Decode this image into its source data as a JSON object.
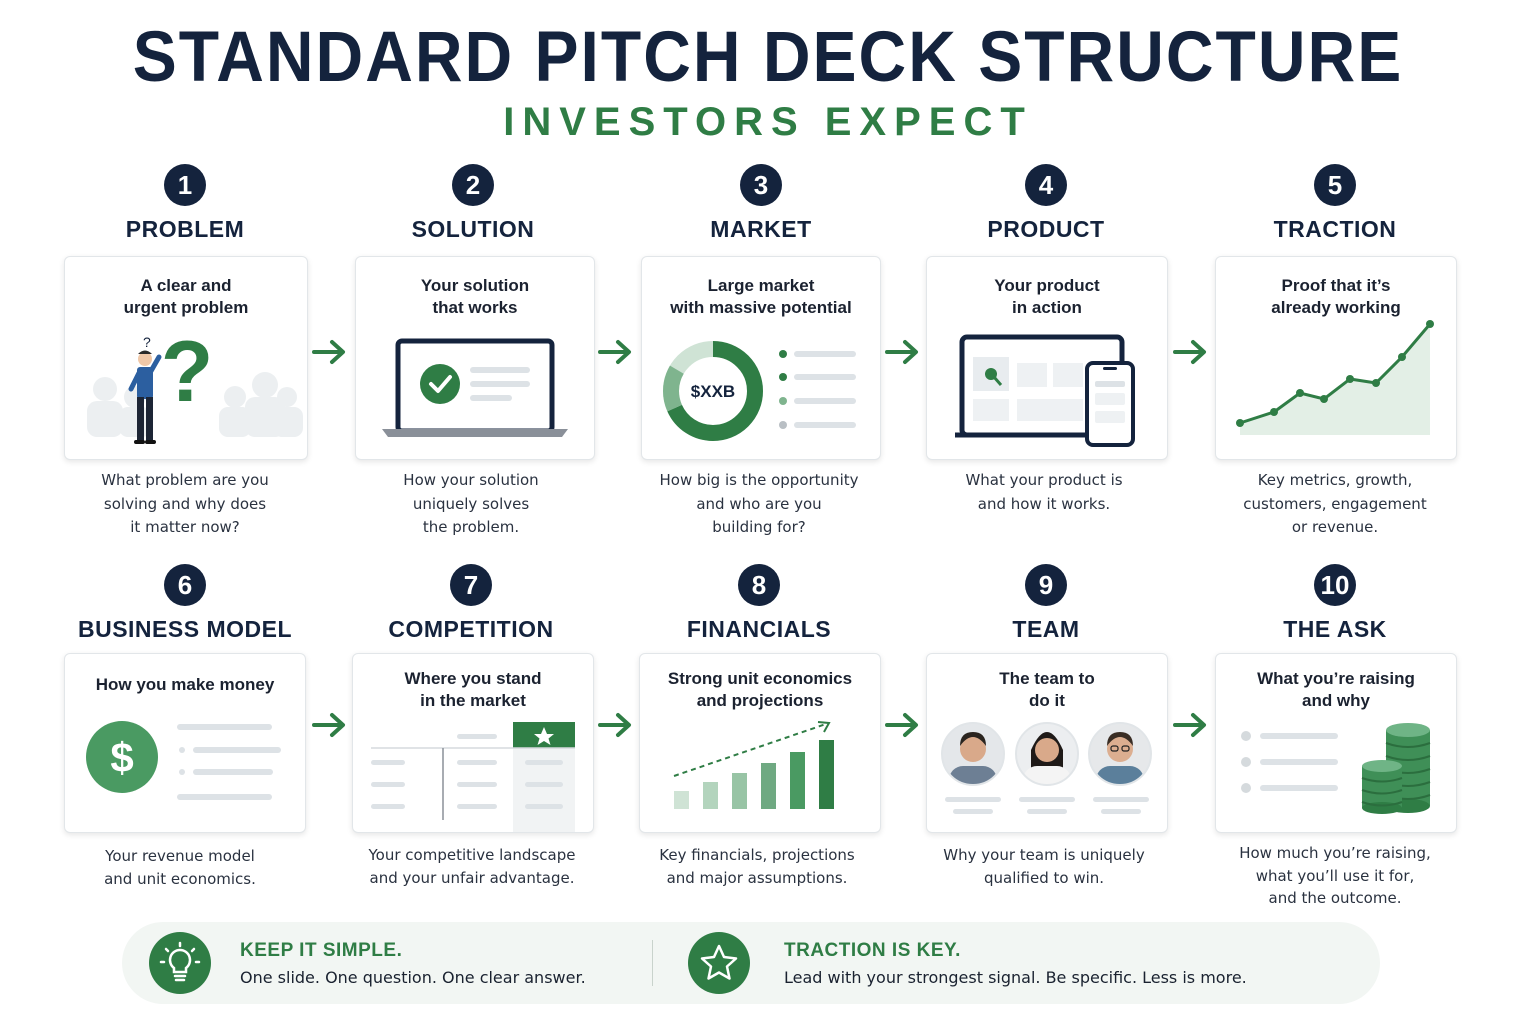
{
  "header": {
    "title": "STANDARD PITCH DECK STRUCTURE",
    "subtitle": "INVESTORS EXPECT"
  },
  "colors": {
    "navy": "#14233d",
    "green": "#2f7d45",
    "light_green": "#e3efe6"
  },
  "steps": [
    {
      "number": "1",
      "label": "PROBLEM",
      "card_title": [
        "A clear and",
        "urgent problem"
      ],
      "description": [
        "What problem are you",
        "solving and why does",
        "it matter now?"
      ],
      "icon": "person-question-icon"
    },
    {
      "number": "2",
      "label": "SOLUTION",
      "card_title": [
        "Your solution",
        "that works"
      ],
      "description": [
        "How your solution",
        "uniquely solves",
        "the problem."
      ],
      "icon": "laptop-check-icon"
    },
    {
      "number": "3",
      "label": "MARKET",
      "card_title": [
        "Large market",
        "with massive potential"
      ],
      "description": [
        "How big is the opportunity",
        "and who are you",
        "building for?"
      ],
      "icon": "donut-chart-icon",
      "market_value": "$XXB"
    },
    {
      "number": "4",
      "label": "PRODUCT",
      "card_title": [
        "Your product",
        "in action"
      ],
      "description": [
        "What your product is",
        "and how it works."
      ],
      "icon": "devices-icon"
    },
    {
      "number": "5",
      "label": "TRACTION",
      "card_title": [
        "Proof that it’s",
        "already working"
      ],
      "description": [
        "Key metrics, growth,",
        "customers, engagement",
        "or revenue."
      ],
      "icon": "growth-line-icon"
    },
    {
      "number": "6",
      "label": "BUSINESS MODEL",
      "card_title": [
        "How you make money"
      ],
      "description": [
        "Your revenue model",
        "and unit economics."
      ],
      "icon": "dollar-icon"
    },
    {
      "number": "7",
      "label": "COMPETITION",
      "card_title": [
        "Where you stand",
        "in the market"
      ],
      "description": [
        "Your competitive landscape",
        "and your unfair advantage."
      ],
      "icon": "comparison-table-icon"
    },
    {
      "number": "8",
      "label": "FINANCIALS",
      "card_title": [
        "Strong unit economics",
        "and projections"
      ],
      "description": [
        "Key financials, projections",
        "and major assumptions."
      ],
      "icon": "bar-chart-icon"
    },
    {
      "number": "9",
      "label": "TEAM",
      "card_title": [
        "The team to",
        "do it"
      ],
      "description": [
        "Why your team is uniquely",
        "qualified to win."
      ],
      "icon": "team-icon"
    },
    {
      "number": "10",
      "label": "THE ASK",
      "card_title": [
        "What you’re raising",
        "and why"
      ],
      "description": [
        "How much you’re raising,",
        "what you’ll use it for,",
        "and the outcome."
      ],
      "icon": "coins-icon"
    }
  ],
  "footer": {
    "tips": [
      {
        "title": "KEEP IT SIMPLE.",
        "text": "One slide. One question. One clear answer.",
        "icon": "lightbulb-icon"
      },
      {
        "title": "TRACTION IS KEY.",
        "text": "Lead with your strongest signal. Be specific. Less is more.",
        "icon": "star-icon"
      }
    ]
  }
}
